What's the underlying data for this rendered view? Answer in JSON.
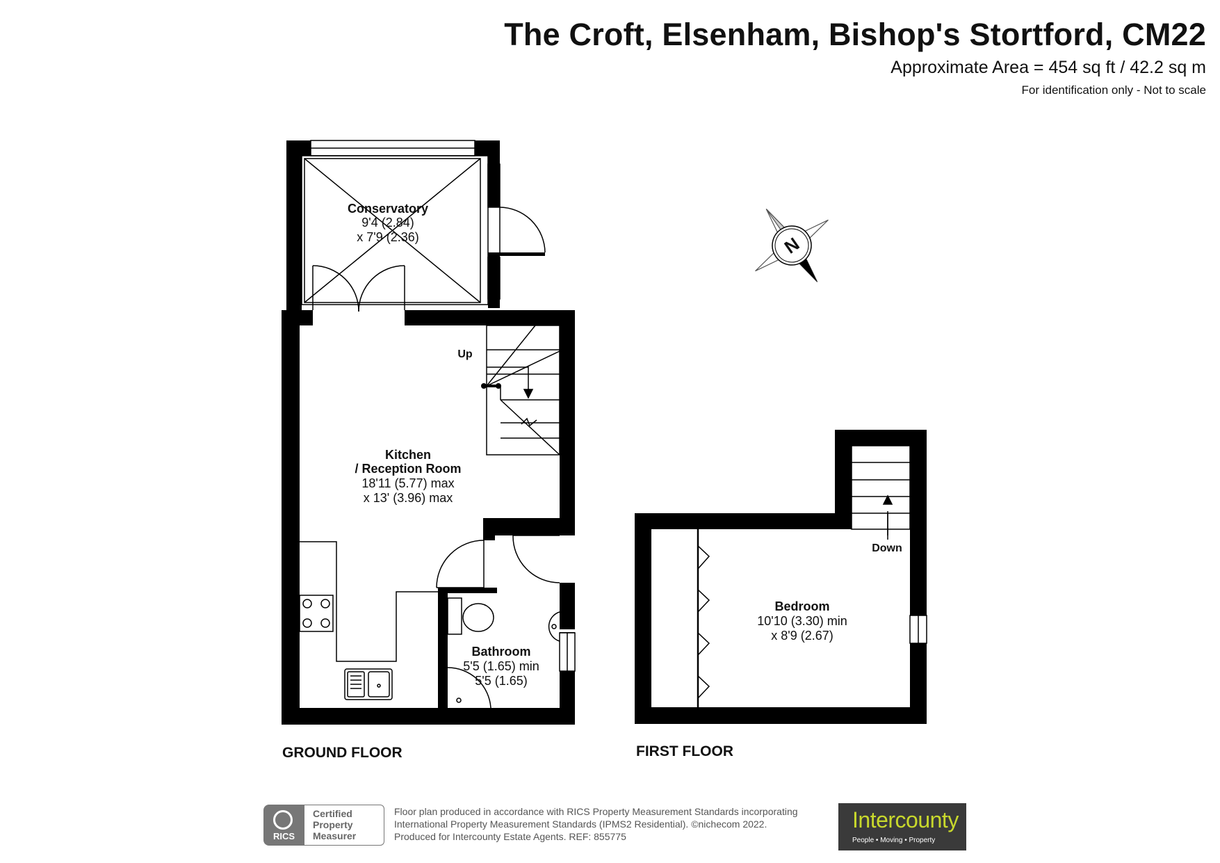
{
  "header": {
    "title": "The Croft, Elsenham, Bishop's Stortford, CM22",
    "area": "Approximate Area = 454 sq ft / 42.2 sq m",
    "note": "For identification only - Not to scale"
  },
  "compass": {
    "letter": "N"
  },
  "ground_floor": {
    "label": "GROUND FLOOR",
    "stairs_label": "Up",
    "rooms": {
      "conservatory": {
        "name": "Conservatory",
        "dim1": "9'4 (2.84)",
        "dim2": "x 7'9 (2.36)"
      },
      "kitchen": {
        "name": "Kitchen",
        "name2": "/ Reception Room",
        "dim1": "18'11 (5.77) max",
        "dim2": "x 13' (3.96) max"
      },
      "bathroom": {
        "name": "Bathroom",
        "dim1": "5'5 (1.65) min",
        "dim2": "5'5 (1.65)"
      }
    }
  },
  "first_floor": {
    "label": "FIRST FLOOR",
    "stairs_label": "Down",
    "rooms": {
      "bedroom": {
        "name": "Bedroom",
        "dim1": "10'10 (3.30) min",
        "dim2": "x 8'9 (2.67)"
      }
    }
  },
  "footer": {
    "line1": "Floor plan produced in accordance with RICS Property Measurement Standards incorporating",
    "line2": "International Property Measurement Standards (IPMS2 Residential).   ©nichecom 2022.",
    "line3": "Produced for Intercounty Estate Agents.   REF:  855775",
    "rics": {
      "logo_text": "RICS",
      "card_line1": "Certified",
      "card_line2": "Property",
      "card_line3": "Measurer"
    },
    "intercounty": {
      "name": "Intercounty",
      "tagline": "People  •  Moving  •  Property"
    }
  }
}
